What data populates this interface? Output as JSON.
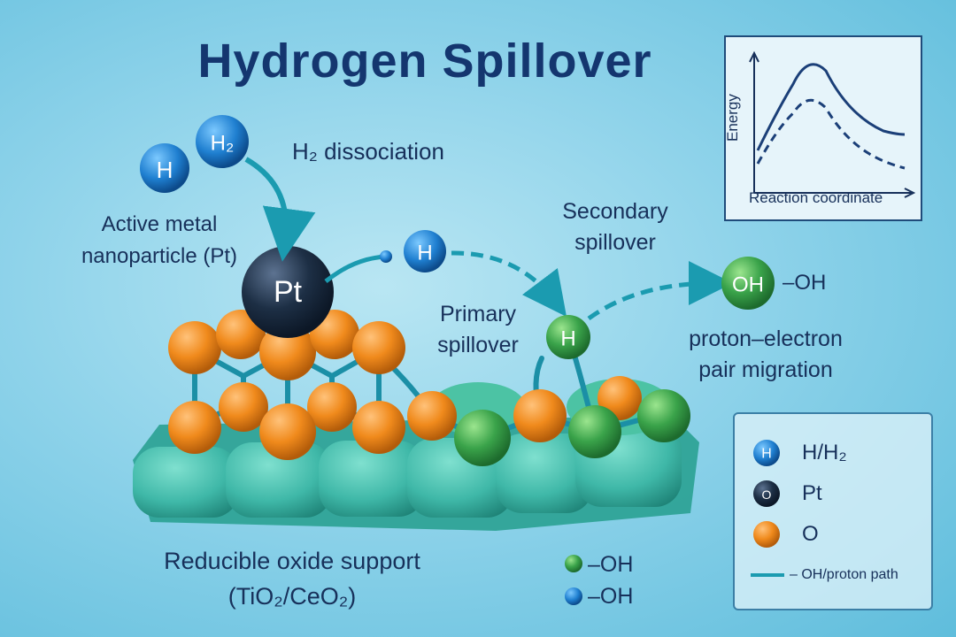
{
  "title": "Hydrogen Spillover",
  "labels": {
    "h2_dissociation": "H₂ dissociation",
    "active_metal": "Active metal nanoparticle (Pt)",
    "secondary_spillover": "Secondary spillover",
    "primary_spillover": "Primary spillover",
    "oh_right": "–OH",
    "proton_electron": "proton–electron pair migration",
    "support": "Reducible oxide support (TiO₂/CeO₂)",
    "oh_green": "–OH",
    "oh_blue": "–OH"
  },
  "atoms": {
    "h": "H",
    "h2": "H₂",
    "pt": "Pt",
    "oh": "OH"
  },
  "inset": {
    "xlabel": "Reaction coordinate",
    "ylabel": "Energy"
  },
  "legend": {
    "items": [
      {
        "symbol": "H",
        "label": "H/H₂"
      },
      {
        "symbol": "O",
        "label": "Pt"
      },
      {
        "symbol": "",
        "label": "O"
      },
      {
        "symbol": "",
        "label": "– OH/proton path"
      }
    ]
  },
  "colors": {
    "hydrogen": "#1f7fd0",
    "platinum": "#1d2f45",
    "oxygen": "#f08a1c",
    "hydroxyl": "#3aa34a",
    "support": "#3fb8a8",
    "path": "#1b9bb0",
    "title": "#14366f"
  }
}
